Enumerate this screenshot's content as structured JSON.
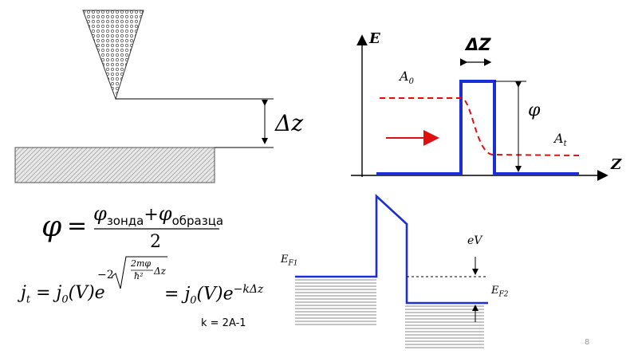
{
  "tip_diagram": {
    "gap_label": "Δz"
  },
  "barrier_plot": {
    "axis_y": "E",
    "axis_x": "Z",
    "width_label": "ΔZ",
    "incident_amp": "A",
    "incident_sub": "0",
    "transmitted_amp": "A",
    "transmitted_sub": "t",
    "height_label": "φ",
    "colors": {
      "barrier": "#1a2fd6",
      "wave": "#e01010",
      "arrow": "#e01010"
    }
  },
  "band_diagram": {
    "ef1": "E",
    "ef1_sub": "F1",
    "ef2": "E",
    "ef2_sub": "F2",
    "ev": "eV",
    "colors": {
      "band": "#1a2fd6"
    }
  },
  "formulas": {
    "phi_symbol": "φ",
    "equals": "=",
    "num_a": "φ",
    "num_a_sub": "зонда",
    "plus": "+",
    "num_b": "φ",
    "num_b_sub": "образца",
    "denom": "2",
    "j_t": "j",
    "j_t_sub": "t",
    "eq1": "=",
    "j0": "j",
    "j0_sub": "0",
    "paren_v": "(V)",
    "e_base": "e",
    "exp_minus2": "−2",
    "root_num": "2mφ",
    "root_den": "ħ²",
    "root_tail": "Δz",
    "eq2": "=",
    "j0b": "j",
    "j0b_sub": "0",
    "paren_v2": "(V)",
    "e_base2": "e",
    "exp2": "−kΔz",
    "k_note": "k = 2A-1"
  },
  "page_number": "8"
}
